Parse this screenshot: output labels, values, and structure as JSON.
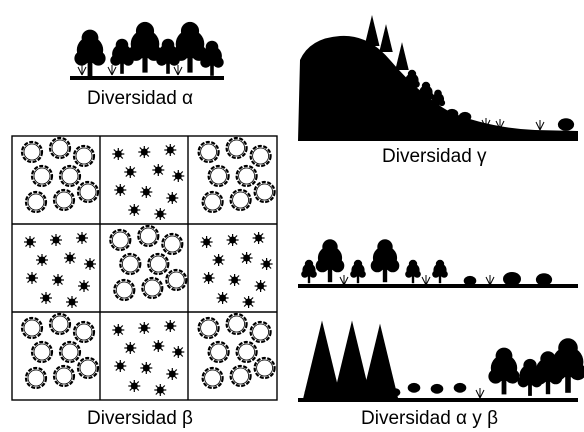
{
  "labels": {
    "alpha": "Diversidad α",
    "gamma": "Diversidad γ",
    "beta": "Diversidad β",
    "alpha_beta": "Diversidad α y β"
  },
  "grid": {
    "rows": 3,
    "cols": 3,
    "pattern": [
      [
        "circles",
        "stars",
        "circles"
      ],
      [
        "stars",
        "circles",
        "stars"
      ],
      [
        "circles",
        "stars",
        "circles"
      ]
    ]
  }
}
